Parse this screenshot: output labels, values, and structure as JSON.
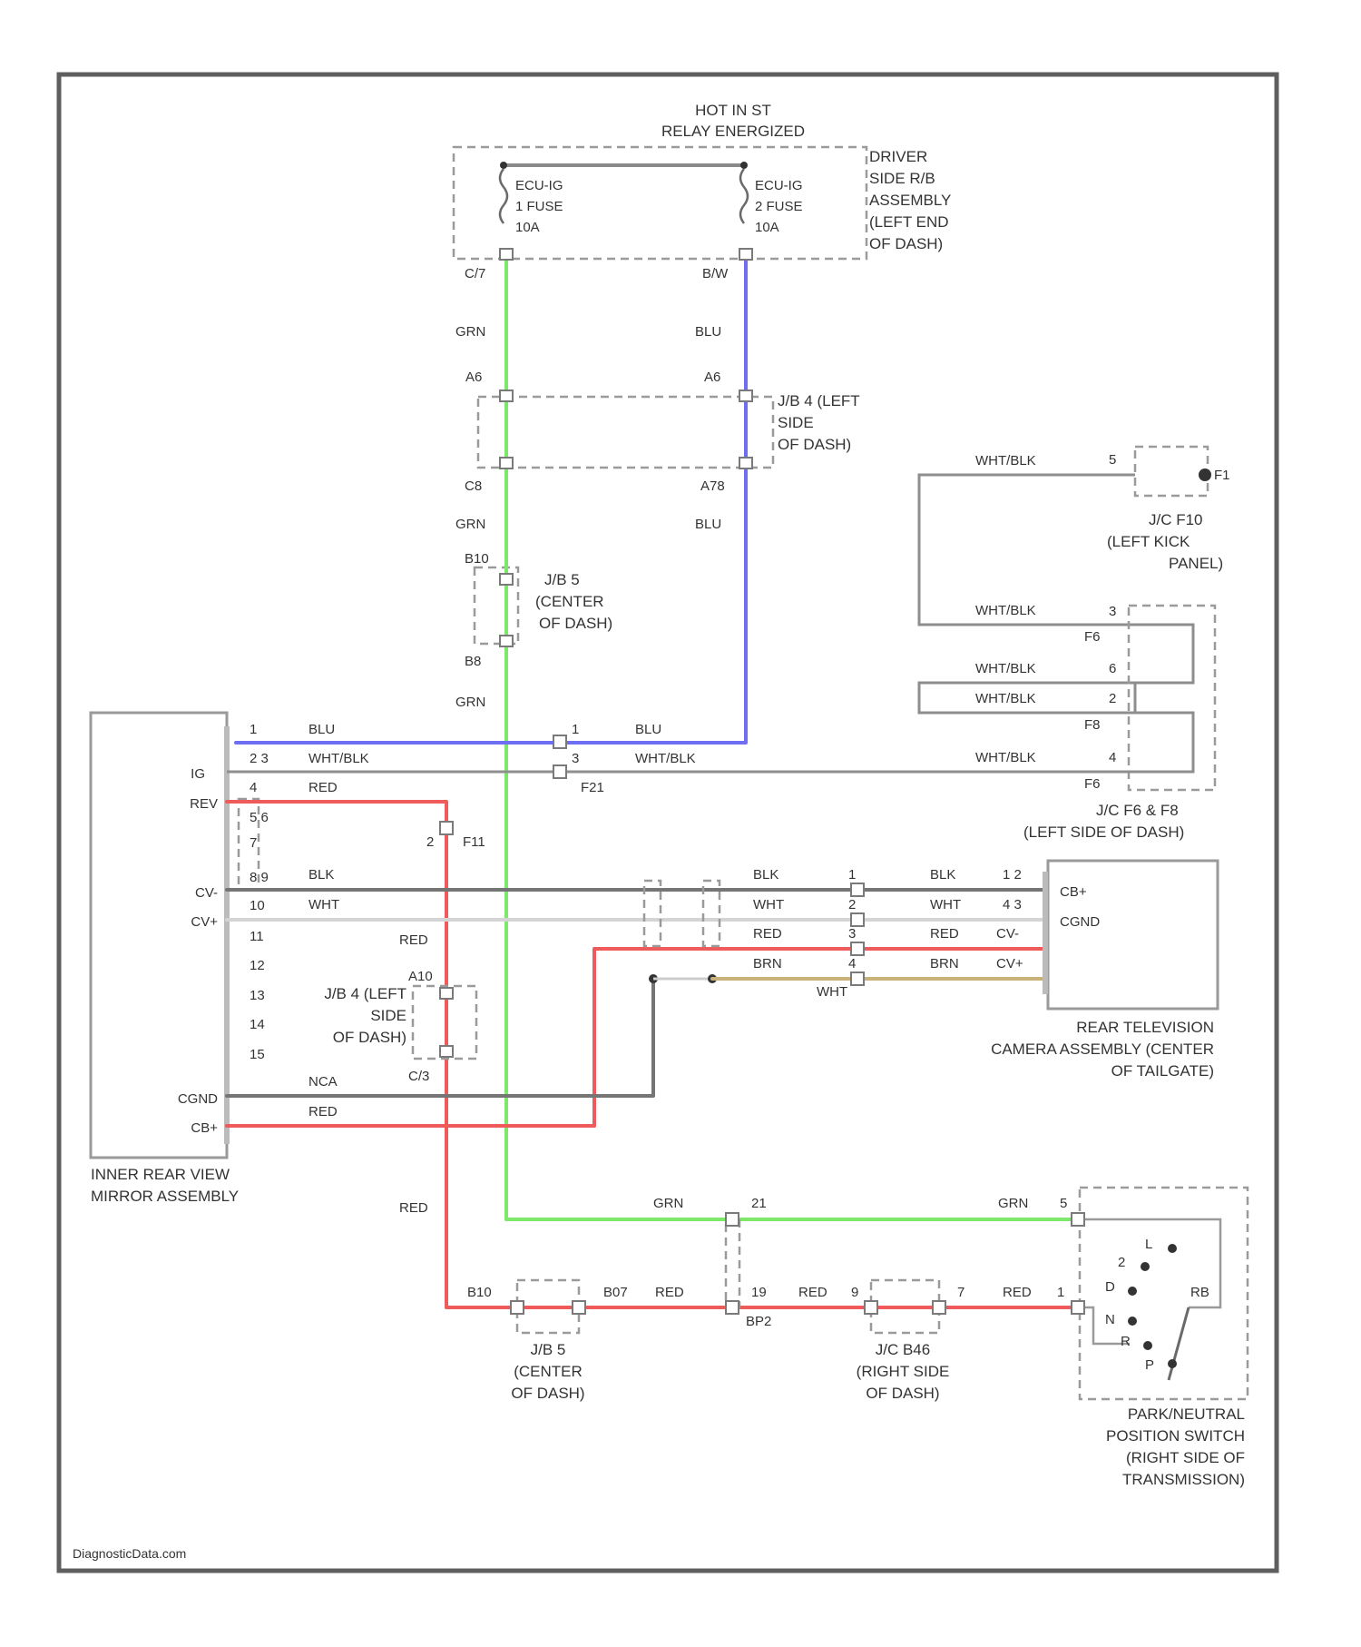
{
  "header": {
    "line1": "HOT IN ST",
    "line2": "RELAY ENERGIZED"
  },
  "colors": {
    "grn": "#7de86a",
    "blu": "#6f6df2",
    "red": "#ef5a5a",
    "blk": "#757575",
    "brn": "#c8b27a",
    "wht": "#d4d4d4",
    "frame": "#606060"
  },
  "fuses": {
    "fuse1": {
      "name": "ECU-IG",
      "line2": "1 FUSE",
      "rating": "10A"
    },
    "fuse2": {
      "name": "ECU-IG",
      "line2": "2 FUSE",
      "rating": "10A"
    },
    "panel": [
      "DRIVER",
      "SIDE R/B",
      "ASSEMBLY",
      "(LEFT END",
      "OF DASH)"
    ],
    "pin_left": "C/7",
    "pin_right": "B/W"
  },
  "wire_labels": {
    "grn": "GRN",
    "blu": "BLU",
    "red": "RED",
    "blk": "BLK",
    "wht": "WHT",
    "brn": "BRN",
    "whtblk": "WHT/BLK",
    "ncm": "NCA"
  },
  "jb4_top": {
    "lines": [
      "J/B 4 (LEFT",
      "SIDE",
      "OF DASH)"
    ],
    "pins": [
      "A6",
      "A6",
      "C8",
      "A78"
    ]
  },
  "jb5_mid": {
    "lines": [
      "J/B 5",
      "(CENTER",
      "OF DASH)"
    ],
    "pins": [
      "B10",
      "B8"
    ]
  },
  "jcf10": {
    "lines": [
      "J/C F10",
      "(LEFT KICK",
      "PANEL)"
    ],
    "pins": [
      "5",
      "F1"
    ]
  },
  "jcf6f8": {
    "lines": [
      "J/C F6 & F8",
      "(LEFT SIDE OF DASH)"
    ],
    "pins": [
      "3",
      "F6",
      "6",
      "2",
      "F8",
      "4",
      "F6"
    ]
  },
  "mirror": {
    "lines": [
      "INNER REAR VIEW",
      "MIRROR ASSEMBLY"
    ],
    "terms": [
      "IG",
      "REV",
      "CV-",
      "CV+",
      "CGND",
      "CB+"
    ],
    "pins": [
      "1",
      "2 3",
      "4",
      "5 6",
      "7",
      "8 9",
      "10",
      "11",
      "12",
      "13",
      "14",
      "15"
    ]
  },
  "f21": {
    "name": "F21",
    "pins": [
      "1",
      "3"
    ]
  },
  "jb4_low": {
    "lines": [
      "J/B 4 (LEFT",
      "SIDE",
      "OF DASH)"
    ],
    "pins": [
      "A10",
      "C/3",
      "2"
    ],
    "conn": "F11"
  },
  "camera": {
    "lines": [
      "REAR TELEVISION",
      "CAMERA ASSEMBLY (CENTER",
      "OF TAILGATE)"
    ],
    "terms": [
      "CB+",
      "CGND",
      "CV-",
      "CV+"
    ],
    "pins": [
      "1 2",
      "4 3"
    ],
    "mid_pins": [
      "1",
      "2",
      "3",
      "4"
    ],
    "splice": "WHT"
  },
  "bottom": {
    "jb5": {
      "lines": [
        "J/B 5",
        "(CENTER",
        "OF DASH)"
      ],
      "pins": [
        "B10",
        "B07"
      ]
    },
    "jc": {
      "lines": [
        "J/C B46",
        "(RIGHT SIDE",
        "OF DASH)"
      ],
      "pins": [
        "9",
        "7"
      ]
    },
    "conn": {
      "name": "BP2",
      "pins": [
        "21",
        "19"
      ]
    },
    "pn_switch": {
      "lines": [
        "PARK/NEUTRAL",
        "POSITION SWITCH",
        "(RIGHT SIDE OF",
        "TRANSMISSION)"
      ],
      "positions": [
        "L",
        "2",
        "D",
        "N",
        "R",
        "P"
      ],
      "terms": [
        "RB"
      ],
      "pins": [
        "5",
        "1"
      ]
    }
  },
  "watermark": "DiagnosticData.com"
}
